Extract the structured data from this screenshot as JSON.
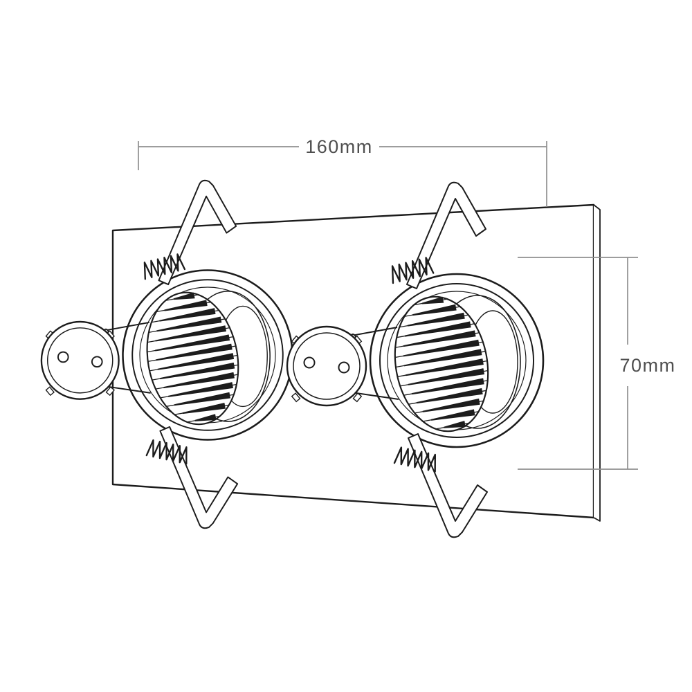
{
  "drawing": {
    "description": "technical line drawing of a twin recessed downlight fixture with spring retaining clips, isometric view",
    "dimensions": {
      "width": {
        "label": "160mm"
      },
      "height": {
        "label": "70mm"
      }
    },
    "colors": {
      "background": "#ffffff",
      "line": "#1c1c1c",
      "dimension_line": "#8f8f8f",
      "dimension_text": "#4f4f4f"
    },
    "units": [
      {
        "name": "left-downlight"
      },
      {
        "name": "right-downlight"
      }
    ]
  }
}
